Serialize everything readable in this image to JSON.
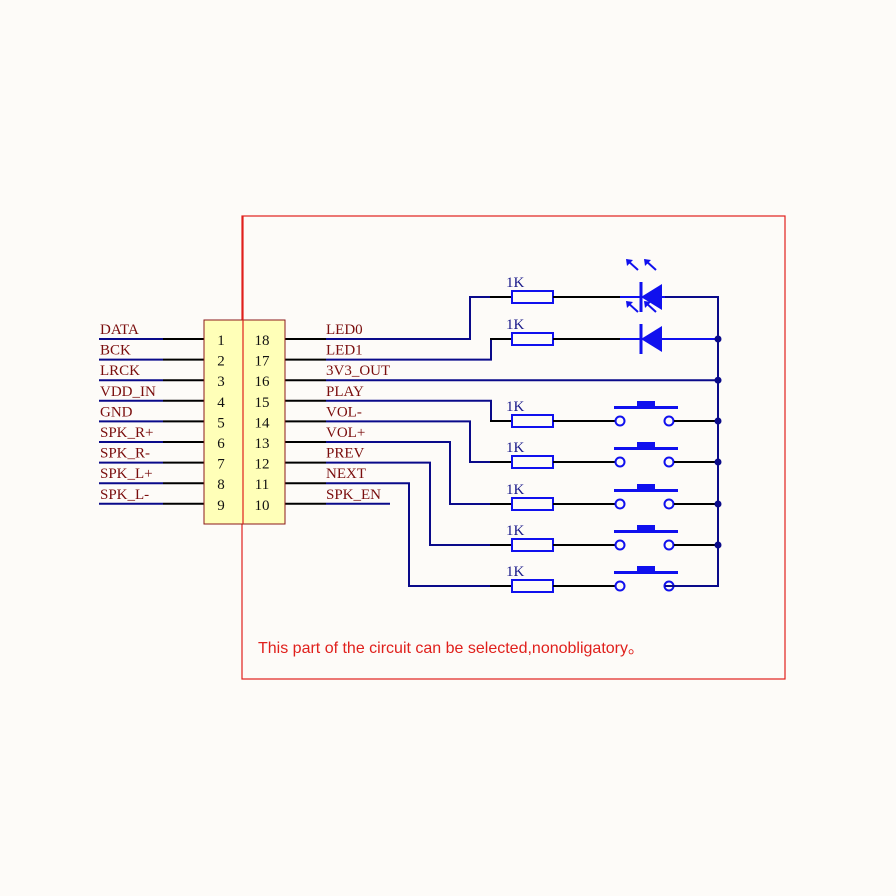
{
  "schematic": {
    "colors": {
      "wire": "#0a0a8a",
      "component": "#1010ee",
      "label": "#7a0d0d",
      "connector_fill": "#ffffb8",
      "connector_border": "#8b1a1a",
      "optional_region_border": "#e0201c",
      "note_text": "#e0201c",
      "background": "#fdfbf8"
    },
    "connector": {
      "left_pins": [
        {
          "number": "1",
          "signal": "DATA"
        },
        {
          "number": "2",
          "signal": "BCK"
        },
        {
          "number": "3",
          "signal": "LRCK"
        },
        {
          "number": "4",
          "signal": "VDD_IN"
        },
        {
          "number": "5",
          "signal": "GND"
        },
        {
          "number": "6",
          "signal": "SPK_R+"
        },
        {
          "number": "7",
          "signal": "SPK_R-"
        },
        {
          "number": "8",
          "signal": "SPK_L+"
        },
        {
          "number": "9",
          "signal": "SPK_L-"
        }
      ],
      "right_pins": [
        {
          "number": "18",
          "signal": "LED0"
        },
        {
          "number": "17",
          "signal": "LED1"
        },
        {
          "number": "16",
          "signal": "3V3_OUT"
        },
        {
          "number": "15",
          "signal": "PLAY"
        },
        {
          "number": "14",
          "signal": "VOL-"
        },
        {
          "number": "13",
          "signal": "VOL+"
        },
        {
          "number": "12",
          "signal": "PREV"
        },
        {
          "number": "11",
          "signal": "NEXT"
        },
        {
          "number": "10",
          "signal": "SPK_EN"
        }
      ]
    },
    "resistors": [
      {
        "value": "1K",
        "net": "LED0"
      },
      {
        "value": "1K",
        "net": "LED1"
      },
      {
        "value": "1K",
        "net": "PLAY"
      },
      {
        "value": "1K",
        "net": "VOL-"
      },
      {
        "value": "1K",
        "net": "VOL+"
      },
      {
        "value": "1K",
        "net": "PREV"
      },
      {
        "value": "1K",
        "net": "NEXT"
      }
    ],
    "leds": [
      {
        "net": "LED0"
      },
      {
        "net": "LED1"
      }
    ],
    "buttons": [
      {
        "net": "PLAY"
      },
      {
        "net": "VOL-"
      },
      {
        "net": "VOL+"
      },
      {
        "net": "PREV"
      },
      {
        "net": "NEXT"
      }
    ],
    "common_net": "3V3_OUT",
    "note": "This part of the circuit can be selected,nonobligatory。"
  }
}
